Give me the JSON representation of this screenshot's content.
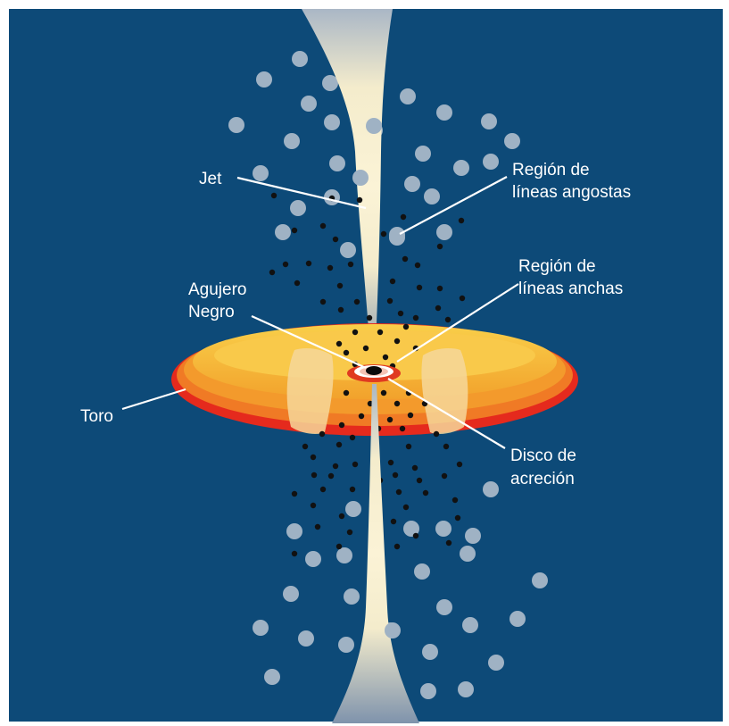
{
  "colors": {
    "background": "#0d4a78",
    "torus_outer": "#e5221b",
    "torus_mid": "#f39a26",
    "torus_inner": "#f7c33a",
    "jet": "#f6eecb",
    "broad_line_clouds": "#000000",
    "narrow_line_clouds": "#9fb2c4",
    "label_text": "#ffffff"
  },
  "labels": {
    "jet": "Jet",
    "narrow_line_region_line1": "Región de",
    "narrow_line_region_line2": "líneas angostas",
    "broad_line_region_line1": "Región de",
    "broad_line_region_line2": "líneas anchas",
    "black_hole_line1": "Agujero",
    "black_hole_line2": "Negro",
    "torus": "Toro",
    "accretion_disk_line1": "Disco de",
    "accretion_disk_line2": "acreción"
  }
}
